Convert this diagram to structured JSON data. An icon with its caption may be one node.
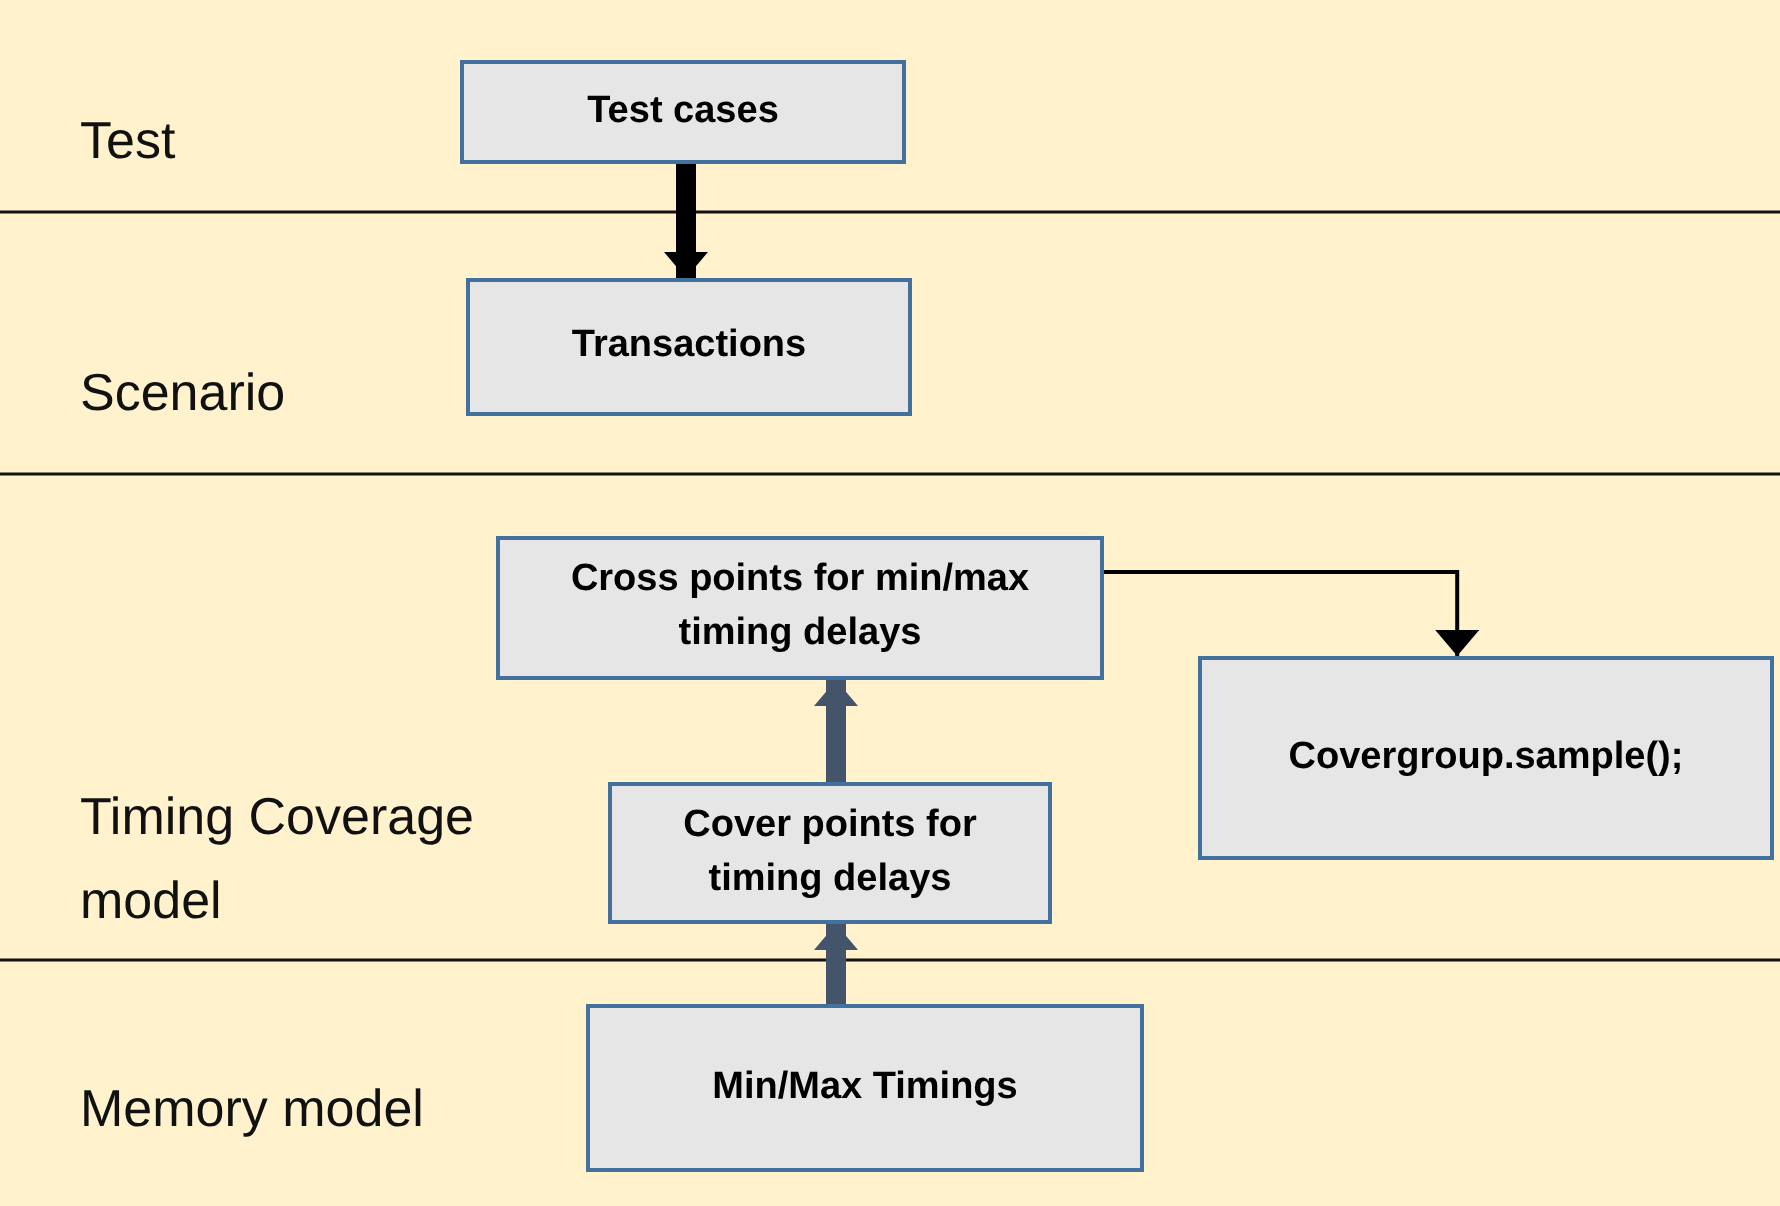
{
  "diagram": {
    "nodes": [
      {
        "text": [
          "Test"
        ]
      },
      {
        "text": [
          "Test cases"
        ],
        "in": 0
      },
      {
        "text": [
          "Scenario"
        ]
      },
      {
        "text": [
          "Transactions"
        ],
        "in": 2
      },
      {
        "text": [
          "Timing Coverage model"
        ]
      },
      {
        "text": [
          "Cross points for min/max timing delays"
        ],
        "in": 4
      },
      {
        "text": [
          "Cover points for timing delays"
        ],
        "in": 4
      },
      {
        "text": [
          "Covergroup.sample();"
        ],
        "in": 4
      },
      {
        "text": [
          "Memory model"
        ]
      },
      {
        "text": [
          "Min/Max Timings"
        ],
        "in": 8
      }
    ],
    "edges": [
      {
        "from": 1,
        "to": 3,
        "arrow": "to"
      },
      {
        "from": 9,
        "to": 6,
        "arrow": "to",
        "color": "#44546a"
      },
      {
        "from": 6,
        "to": 5,
        "arrow": "to",
        "color": "#44546a"
      },
      {
        "from": 5,
        "to": 7,
        "arrow": "to"
      }
    ]
  }
}
